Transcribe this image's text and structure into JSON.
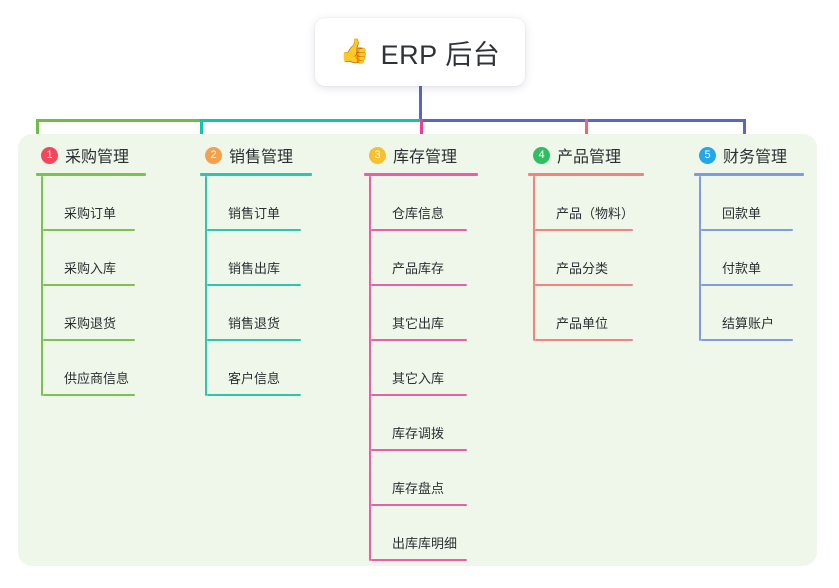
{
  "root": {
    "icon": "thumbs-up-icon",
    "icon_glyph": "👍",
    "title": "ERP 后台"
  },
  "panel": {
    "background_color": "#eff7ea"
  },
  "connector_colors": {
    "trunk": "#5766c8",
    "segment_1": "#6fbe44",
    "segment_2": "#14c4a8",
    "segment_3": "#5766c8",
    "drop_1": "#6fbe44",
    "drop_2": "#14c4a8",
    "drop_3": "#e8409a",
    "drop_4": "#f2666b",
    "drop_5": "#5766c8"
  },
  "columns": [
    {
      "number": "1",
      "title": "采购管理",
      "badge_color": "#f4465d",
      "line_color": "#7cc152",
      "items": [
        {
          "label": "采购订单"
        },
        {
          "label": "采购入库"
        },
        {
          "label": "采购退货"
        },
        {
          "label": "供应商信息"
        }
      ]
    },
    {
      "number": "2",
      "title": "销售管理",
      "badge_color": "#f5a04a",
      "line_color": "#2dc5ad",
      "items": [
        {
          "label": "销售订单"
        },
        {
          "label": "销售出库"
        },
        {
          "label": "销售退货"
        },
        {
          "label": "客户信息"
        }
      ]
    },
    {
      "number": "3",
      "title": "库存管理",
      "badge_color": "#f6c02e",
      "line_color": "#ec5fa8",
      "items": [
        {
          "label": "仓库信息"
        },
        {
          "label": "产品库存"
        },
        {
          "label": "其它出库"
        },
        {
          "label": "其它入库"
        },
        {
          "label": "库存调拨"
        },
        {
          "label": "库存盘点"
        },
        {
          "label": "出库库明细"
        }
      ]
    },
    {
      "number": "4",
      "title": "产品管理",
      "badge_color": "#2fbf62",
      "line_color": "#f4837e",
      "items": [
        {
          "label": "产品（物料）"
        },
        {
          "label": "产品分类"
        },
        {
          "label": "产品单位"
        }
      ]
    },
    {
      "number": "5",
      "title": "财务管理",
      "badge_color": "#22a7e8",
      "line_color": "#7f9ce0",
      "items": [
        {
          "label": "回款单"
        },
        {
          "label": "付款单"
        },
        {
          "label": "结算账户"
        }
      ]
    }
  ]
}
